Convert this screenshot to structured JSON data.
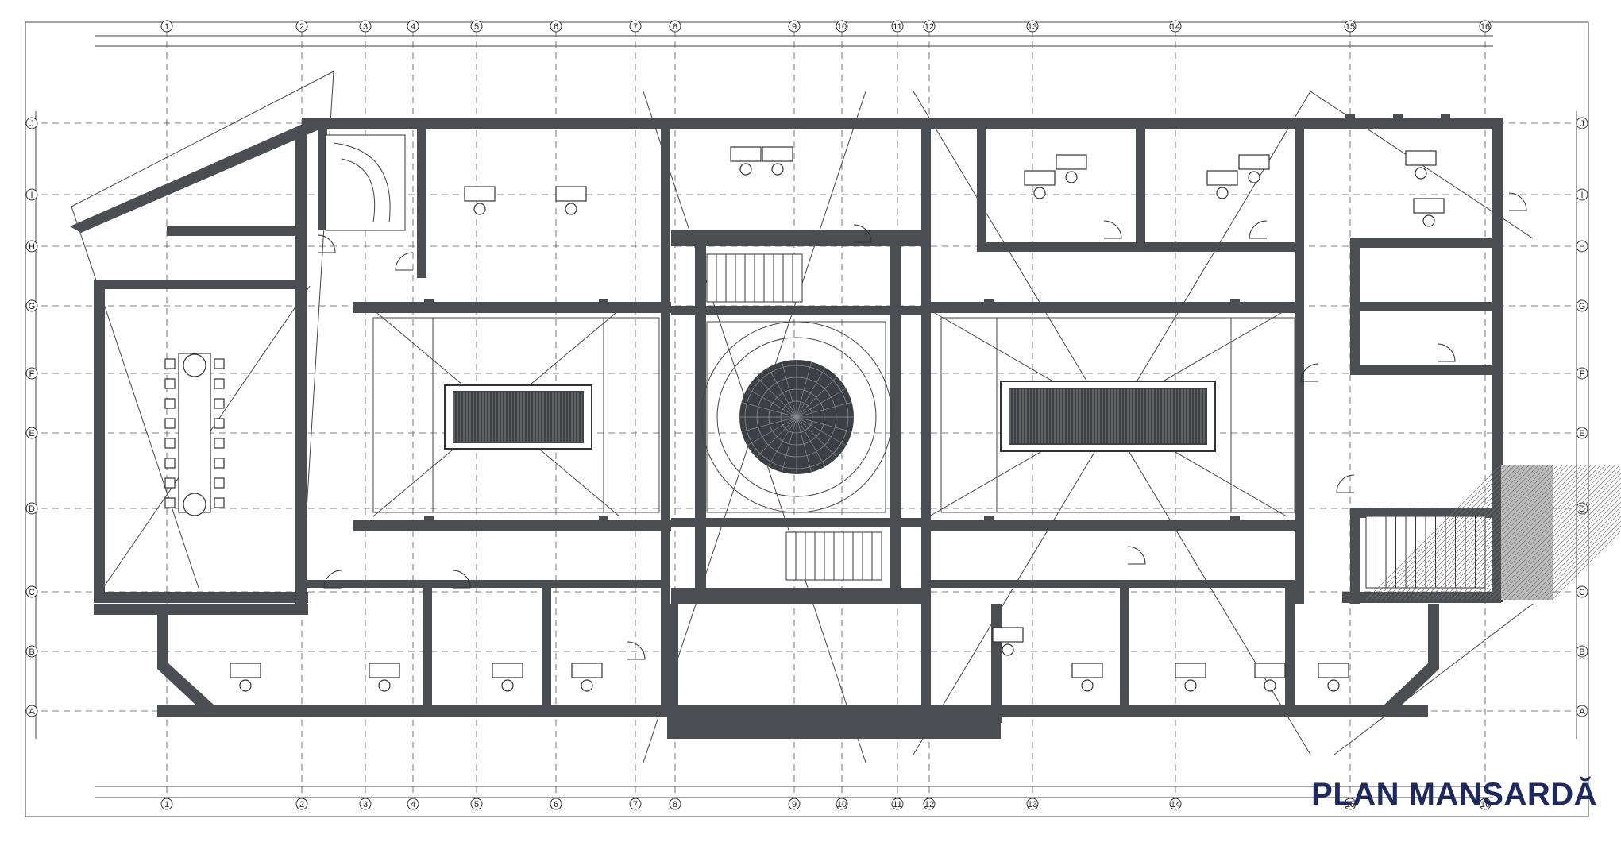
{
  "title": "PLAN MANSARDĂ",
  "grid": {
    "columns": [
      "1",
      "2",
      "3",
      "4",
      "5",
      "6",
      "7",
      "8",
      "9",
      "10",
      "11",
      "12",
      "13",
      "14",
      "15",
      "16"
    ],
    "rows": [
      "A",
      "B",
      "C",
      "D",
      "E",
      "F",
      "G",
      "H",
      "I",
      "J"
    ]
  }
}
